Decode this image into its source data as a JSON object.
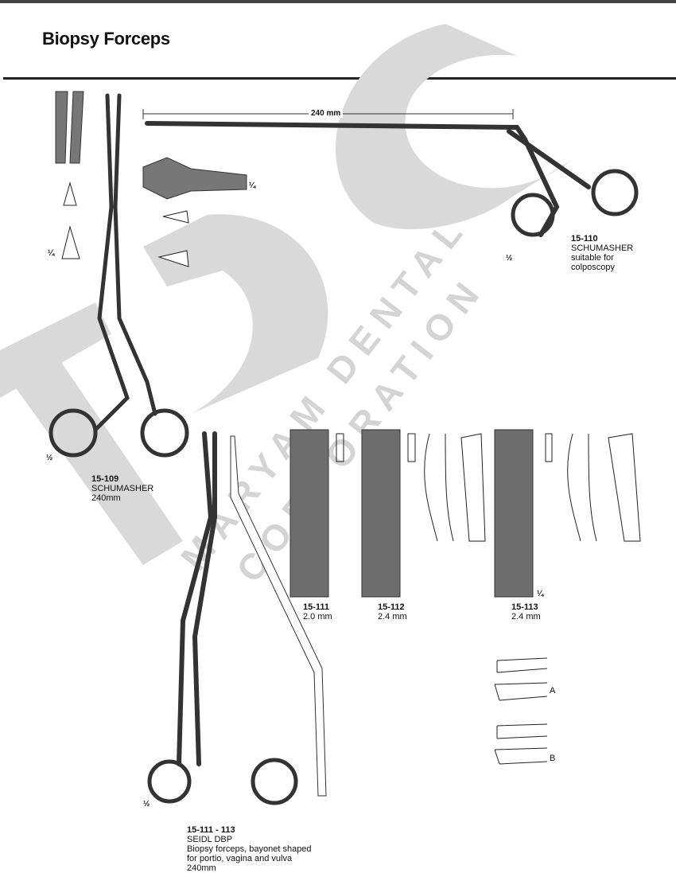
{
  "page": {
    "title": "Biopsy Forceps"
  },
  "watermark": {
    "line1": "MARYAM DENTAL",
    "line2": "CORPORATION",
    "logo": "MDC",
    "color": "#d4d4d4"
  },
  "products": [
    {
      "code": "15-109",
      "lines": [
        "SCHUMASHER",
        "240mm"
      ],
      "scale": "½"
    },
    {
      "code": "15-110",
      "lines": [
        "SCHUMASHER",
        "suitable for",
        "colposcopy"
      ],
      "scale": "½",
      "dimension": "240 mm",
      "detail_scale": "¼"
    },
    {
      "code": "15-111",
      "lines": [
        "2.0 mm"
      ]
    },
    {
      "code": "15-112",
      "lines": [
        "2.4 mm"
      ]
    },
    {
      "code": "15-113",
      "lines": [
        "2.4 mm"
      ],
      "scale": "¼"
    },
    {
      "code": "15-111 - 113",
      "lines": [
        "SEIDL DBP",
        "Biopsy forceps, bayonet shaped",
        "for portio, vagina and vulva",
        "240mm"
      ],
      "scale": "½"
    }
  ],
  "scales": {
    "detail_109": "¼"
  },
  "tip_variants": [
    "A",
    "B"
  ]
}
